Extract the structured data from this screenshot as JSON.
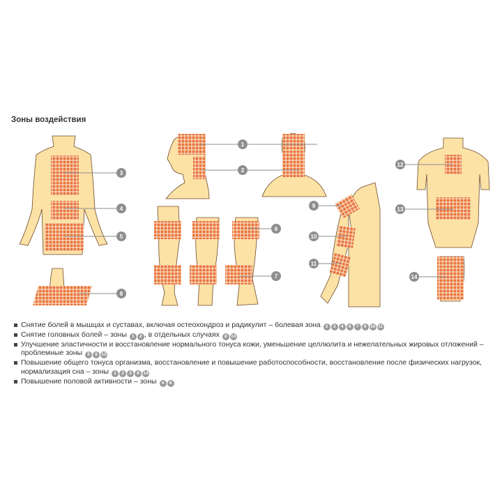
{
  "title": "Зоны воздействия",
  "zones": [
    "1",
    "2",
    "3",
    "4",
    "5",
    "6",
    "7",
    "8",
    "9",
    "10",
    "11",
    "12",
    "13",
    "14"
  ],
  "legend": [
    {
      "text": "Снятие болей в мышцах и суставах, включая остеохондроз и радикулит – болевая зона",
      "zones": [
        "2",
        "3",
        "4",
        "6",
        "7",
        "9",
        "10",
        "11"
      ]
    },
    {
      "text": "Снятие головных болей – зоны",
      "zones": [
        "1",
        "2"
      ],
      "text2": ", в отдельных случаях",
      "zones2": [
        "8",
        "14"
      ]
    },
    {
      "text": "Улучшение эластичности и восстановление нормального тонуса кожи, уменьшение целлюлита и нежелательных жировых отложений – проблемные зоны",
      "zones": [
        "5",
        "6",
        "13"
      ]
    },
    {
      "text": "Повышение общего тонуса организма, восстановление и повышение работоспособности, восстановление после физических нагрузок,  нормализация сна – зоны",
      "zones": [
        "1",
        "2",
        "3",
        "8",
        "14"
      ]
    },
    {
      "text": "Повышение половой активности – зоны",
      "zones": [
        "4",
        "8"
      ]
    }
  ],
  "colors": {
    "skin": "#fde2a6",
    "outline": "#6b4a2a",
    "grid": "#e8733a",
    "badge": "#8e8e8e"
  }
}
